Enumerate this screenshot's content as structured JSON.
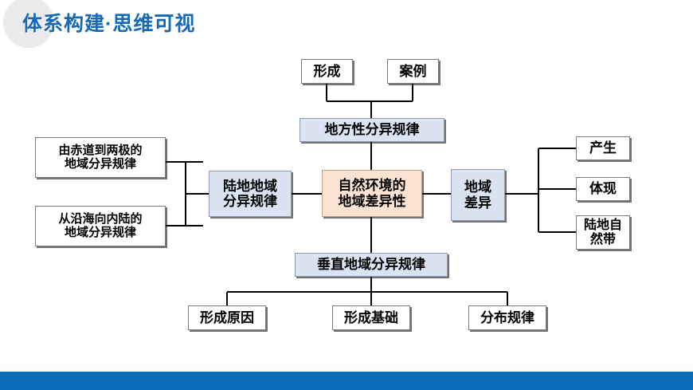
{
  "slide": {
    "header_title": "体系构建·思维可视",
    "accent_color": "#1769b5",
    "bar_color": "#0b6cb8",
    "circle_color": "#ebebeb"
  },
  "diagram": {
    "center": {
      "label": "自然环境的\n地域差异性",
      "fill": "#fbe3d3"
    },
    "top_rule": {
      "label": "地方性分异规律",
      "fill": "#dbe2f1"
    },
    "top_children": [
      {
        "label": "形成",
        "fill": "#ffffff"
      },
      {
        "label": "案例",
        "fill": "#ffffff"
      }
    ],
    "left_rule": {
      "label": "陆地地域\n分异规律",
      "fill": "#dbe2f1"
    },
    "left_children": [
      {
        "label": "由赤道到两极的\n地域分异规律",
        "fill": "#ffffff"
      },
      {
        "label": "从沿海向内陆的\n地域分异规律",
        "fill": "#ffffff"
      }
    ],
    "right_rule": {
      "label": "地域\n差异",
      "fill": "#dbe2f1"
    },
    "right_children": [
      {
        "label": "产生",
        "fill": "#ffffff"
      },
      {
        "label": "体现",
        "fill": "#ffffff"
      },
      {
        "label": "陆地自\n然带",
        "fill": "#ffffff"
      }
    ],
    "bottom_rule": {
      "label": "垂直地域分异规律",
      "fill": "#dbe2f1"
    },
    "bottom_children": [
      {
        "label": "形成原因",
        "fill": "#ffffff"
      },
      {
        "label": "形成基础",
        "fill": "#ffffff"
      },
      {
        "label": "分布规律",
        "fill": "#ffffff"
      }
    ]
  }
}
